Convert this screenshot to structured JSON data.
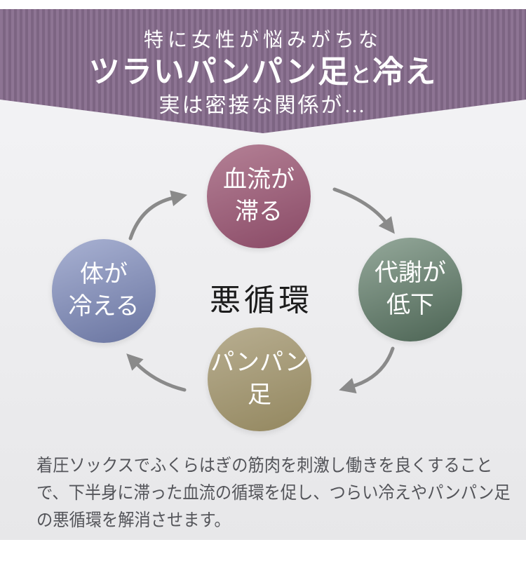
{
  "header": {
    "line1": "特に女性が悩みがちな",
    "line2": {
      "part1": "ツラいパンパン足",
      "conj": "と",
      "part2": "冷え"
    },
    "line3": "実は密接な関係が…",
    "stripe_light": "#8d7493",
    "stripe_dark": "#7d6583",
    "text_color": "#ffffff"
  },
  "cycle": {
    "center_label": "悪循環",
    "center_label_color": "#1c1c1c",
    "arrow_color": "#8a8a8a",
    "nodes": [
      {
        "id": "blood-flow-stagnates",
        "label_lines": [
          "血流が",
          "滞る"
        ],
        "color_from": "#b48196",
        "color_to": "#8a4a66"
      },
      {
        "id": "metabolism-drops",
        "label_lines": [
          "代謝が",
          "低下"
        ],
        "color_from": "#95a99b",
        "color_to": "#4c6454"
      },
      {
        "id": "swollen-legs",
        "label_lines": [
          "パンパン",
          "足"
        ],
        "color_from": "#b8ae91",
        "color_to": "#93875f"
      },
      {
        "id": "body-gets-cold",
        "label_lines": [
          "体が",
          "冷える"
        ],
        "color_from": "#a9b2d3",
        "color_to": "#6974a0"
      }
    ]
  },
  "description": {
    "lines": [
      "着圧ソックスでふくらはぎの筋肉を刺激し働きを良くすること",
      "で、下半身に滞った血流の循環を促し、つらい冷えやパンパン足",
      "の悪循環を解消させます。"
    ],
    "text_color": "#54555a"
  },
  "colors": {
    "page_background": "#ffffff",
    "panel_top": "#f5f5f7",
    "panel_bottom": "#e7e7e9"
  }
}
